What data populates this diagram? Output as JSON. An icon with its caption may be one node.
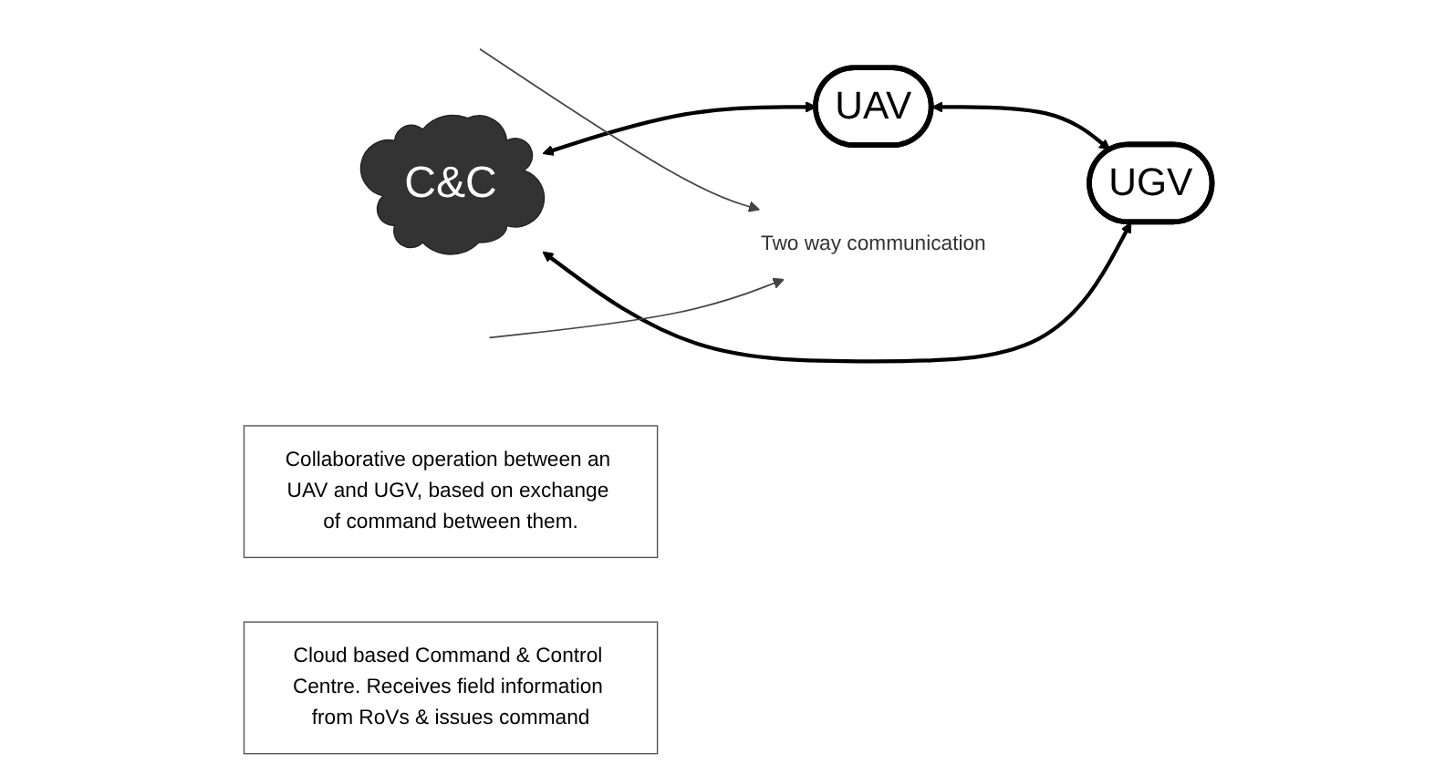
{
  "diagram": {
    "nodes": [
      {
        "text": [
          "C&C"
        ]
      },
      {
        "text": [
          "UAV"
        ]
      },
      {
        "text": [
          "Two way communication"
        ]
      },
      {
        "text": [
          "Collaborative operation between an UAV and UGV, based on exchange of command between them."
        ]
      },
      {
        "text": [
          "Cloud based Command & Control Centre. Receives field information from RoVs & issues command"
        ]
      },
      {
        "text": [
          "UGV"
        ]
      }
    ],
    "edges": [
      {
        "from": 0,
        "to": 1,
        "arrow": "both"
      },
      {
        "from": 1,
        "to": 5,
        "arrow": "both"
      },
      {
        "from": 0,
        "to": 5,
        "arrow": "both"
      },
      {
        "from": null,
        "to": 2,
        "arrow": "to",
        "color": "#444444"
      },
      {
        "from": null,
        "to": 2,
        "arrow": "to",
        "color": "#444444"
      }
    ]
  }
}
